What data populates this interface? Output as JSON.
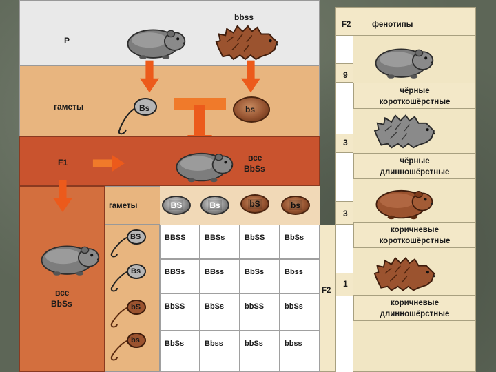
{
  "colors": {
    "p_row": "#e9e9e9",
    "gametes_row": "#e8b57f",
    "f1_row": "#c9532e",
    "f2_col": "#d36f3e",
    "right_panel": "#f1e6c4",
    "arrow": "#ec5a1b"
  },
  "rows": {
    "p": "P",
    "gametes": "гаметы",
    "f1": "F1"
  },
  "parent2_genotype": "bbss",
  "gametes_top": [
    "Bs",
    "bs"
  ],
  "f1_result": {
    "line1": "все",
    "line2": "BbSs"
  },
  "f2_side": {
    "line1": "все",
    "line2": "BbSs"
  },
  "f2_gametes_label": "гаметы",
  "f2_gametes": [
    "BS",
    "Bs",
    "bS",
    "bs"
  ],
  "row_gametes": [
    "BS",
    "Bs",
    "bS",
    "bs"
  ],
  "punnett": [
    [
      "BBSS",
      "BBSs",
      "BbSS",
      "BbSs"
    ],
    [
      "BBSs",
      "BBss",
      "BbSs",
      "Bbss"
    ],
    [
      "BbSS",
      "BbSs",
      "bbSS",
      "bbSs"
    ],
    [
      "BbSs",
      "Bbss",
      "bbSs",
      "bbss"
    ]
  ],
  "f2_label": "F2",
  "phenotypes": {
    "header_gen": "F2",
    "header_title": "фенотипы",
    "items": [
      {
        "count": "9",
        "line1": "чёрные",
        "line2": "короткошёрстные"
      },
      {
        "count": "3",
        "line1": "чёрные",
        "line2": "длинношёрстные"
      },
      {
        "count": "3",
        "line1": "коричневые",
        "line2": "короткошёрстные"
      },
      {
        "count": "1",
        "line1": "коричневые",
        "line2": "длинношёрстные"
      }
    ]
  },
  "icons": [
    "guinea-pig-gray-icon",
    "guinea-pig-brown-icon",
    "sperm-icon",
    "egg-icon",
    "arrow-down-icon",
    "arrow-right-icon",
    "merge-arrow-icon"
  ]
}
